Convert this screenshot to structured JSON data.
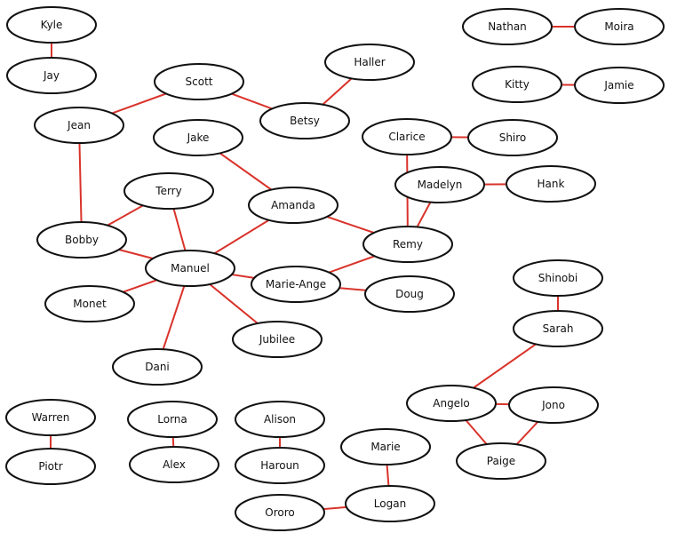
{
  "graph": {
    "nodes": [
      {
        "id": "kyle",
        "label": "Kyle"
      },
      {
        "id": "jay",
        "label": "Jay"
      },
      {
        "id": "nathan",
        "label": "Nathan"
      },
      {
        "id": "moira",
        "label": "Moira"
      },
      {
        "id": "scott",
        "label": "Scott"
      },
      {
        "id": "haller",
        "label": "Haller"
      },
      {
        "id": "kitty",
        "label": "Kitty"
      },
      {
        "id": "jamie",
        "label": "Jamie"
      },
      {
        "id": "jean",
        "label": "Jean"
      },
      {
        "id": "betsy",
        "label": "Betsy"
      },
      {
        "id": "jake",
        "label": "Jake"
      },
      {
        "id": "clarice",
        "label": "Clarice"
      },
      {
        "id": "shiro",
        "label": "Shiro"
      },
      {
        "id": "terry",
        "label": "Terry"
      },
      {
        "id": "madelyn",
        "label": "Madelyn"
      },
      {
        "id": "hank",
        "label": "Hank"
      },
      {
        "id": "amanda",
        "label": "Amanda"
      },
      {
        "id": "bobby",
        "label": "Bobby"
      },
      {
        "id": "remy",
        "label": "Remy"
      },
      {
        "id": "manuel",
        "label": "Manuel"
      },
      {
        "id": "shinobi",
        "label": "Shinobi"
      },
      {
        "id": "marie_ange",
        "label": "Marie-Ange"
      },
      {
        "id": "doug",
        "label": "Doug"
      },
      {
        "id": "monet",
        "label": "Monet"
      },
      {
        "id": "sarah",
        "label": "Sarah"
      },
      {
        "id": "jubilee",
        "label": "Jubilee"
      },
      {
        "id": "dani",
        "label": "Dani"
      },
      {
        "id": "angelo",
        "label": "Angelo"
      },
      {
        "id": "jono",
        "label": "Jono"
      },
      {
        "id": "warren",
        "label": "Warren"
      },
      {
        "id": "lorna",
        "label": "Lorna"
      },
      {
        "id": "alison",
        "label": "Alison"
      },
      {
        "id": "marie",
        "label": "Marie"
      },
      {
        "id": "paige",
        "label": "Paige"
      },
      {
        "id": "piotr",
        "label": "Piotr"
      },
      {
        "id": "alex",
        "label": "Alex"
      },
      {
        "id": "haroun",
        "label": "Haroun"
      },
      {
        "id": "logan",
        "label": "Logan"
      },
      {
        "id": "ororo",
        "label": "Ororo"
      }
    ],
    "edges": [
      [
        "kyle",
        "jay"
      ],
      [
        "nathan",
        "moira"
      ],
      [
        "kitty",
        "jamie"
      ],
      [
        "scott",
        "jean"
      ],
      [
        "scott",
        "betsy"
      ],
      [
        "haller",
        "betsy"
      ],
      [
        "jean",
        "bobby"
      ],
      [
        "jake",
        "amanda"
      ],
      [
        "clarice",
        "shiro"
      ],
      [
        "clarice",
        "remy"
      ],
      [
        "madelyn",
        "hank"
      ],
      [
        "madelyn",
        "remy"
      ],
      [
        "terry",
        "bobby"
      ],
      [
        "terry",
        "manuel"
      ],
      [
        "bobby",
        "manuel"
      ],
      [
        "amanda",
        "manuel"
      ],
      [
        "amanda",
        "remy"
      ],
      [
        "manuel",
        "marie_ange"
      ],
      [
        "manuel",
        "monet"
      ],
      [
        "manuel",
        "jubilee"
      ],
      [
        "manuel",
        "dani"
      ],
      [
        "remy",
        "marie_ange"
      ],
      [
        "marie_ange",
        "doug"
      ],
      [
        "shinobi",
        "sarah"
      ],
      [
        "sarah",
        "angelo"
      ],
      [
        "angelo",
        "jono"
      ],
      [
        "angelo",
        "paige"
      ],
      [
        "jono",
        "paige"
      ],
      [
        "warren",
        "piotr"
      ],
      [
        "lorna",
        "alex"
      ],
      [
        "alison",
        "haroun"
      ],
      [
        "marie",
        "logan"
      ],
      [
        "logan",
        "ororo"
      ]
    ],
    "colors": {
      "edge": "#d9332b",
      "node_stroke": "#111111",
      "node_fill": "#ffffff",
      "background": "#ffffff"
    }
  }
}
